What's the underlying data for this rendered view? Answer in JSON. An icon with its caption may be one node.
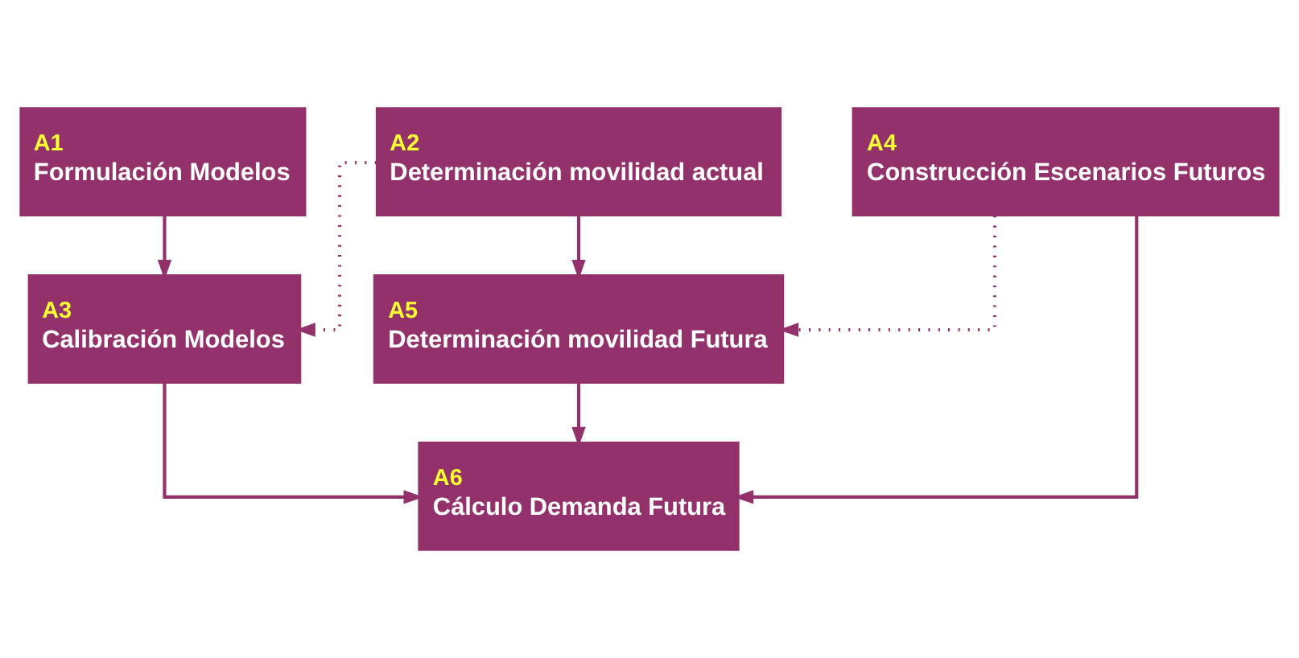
{
  "diagram": {
    "nodes": [
      {
        "text": [
          "A1",
          "Formulación Modelos"
        ]
      },
      {
        "text": [
          "A2",
          "Determinación movilidad actual"
        ]
      },
      {
        "text": [
          "A4",
          "Construcción Escenarios Futuros"
        ]
      },
      {
        "text": [
          "A3",
          "Calibración Modelos"
        ]
      },
      {
        "text": [
          "A5",
          "Determinación movilidad Futura"
        ]
      },
      {
        "text": [
          "A6",
          "Cálculo Demanda Futura"
        ]
      }
    ],
    "edges": [
      {
        "from": 0,
        "to": 3,
        "arrow": "to"
      },
      {
        "from": 1,
        "to": 3,
        "arrow": "to",
        "style": "dashed"
      },
      {
        "from": 1,
        "to": 4,
        "arrow": "to"
      },
      {
        "from": 2,
        "to": 4,
        "arrow": "to",
        "style": "dashed"
      },
      {
        "from": 3,
        "to": 5,
        "arrow": "to"
      },
      {
        "from": 4,
        "to": 5,
        "arrow": "to"
      },
      {
        "from": 2,
        "to": 5,
        "arrow": "to"
      }
    ]
  }
}
